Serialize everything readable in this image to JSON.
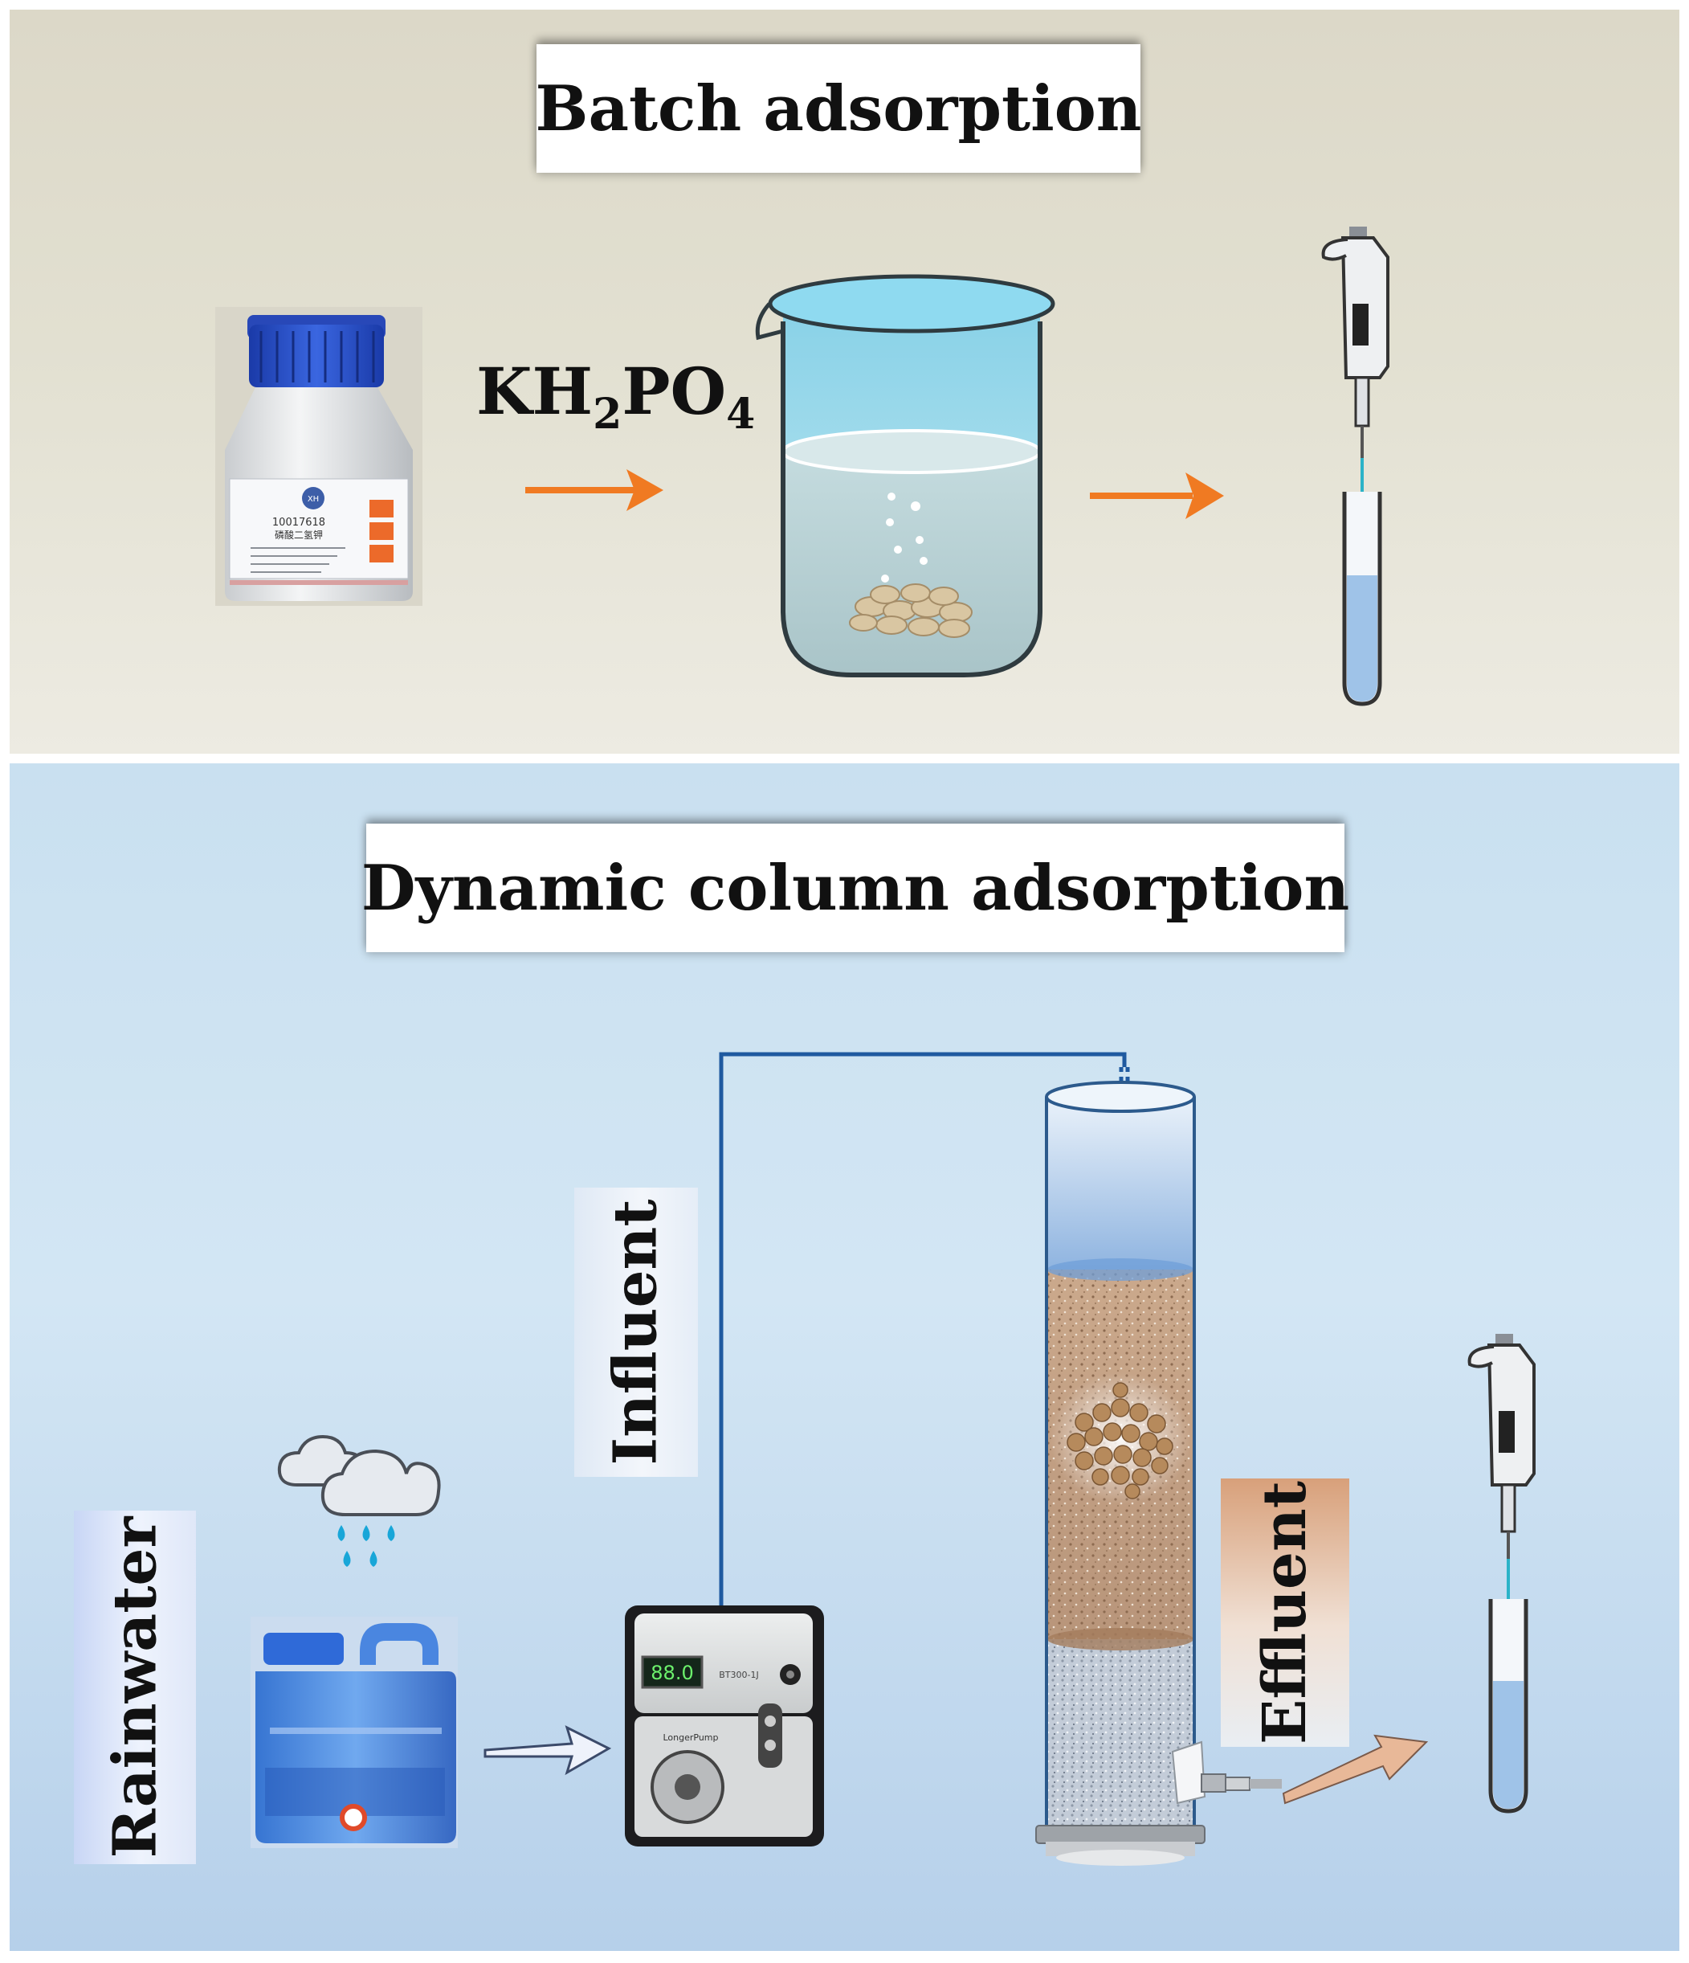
{
  "batch": {
    "title": "Batch adsorption",
    "reagent": {
      "prefix": "KH",
      "sub1": "2",
      "mid": "PO",
      "sub2": "4"
    },
    "bottle_label": {
      "code": "10017618",
      "name": "磷酸二氢钾"
    }
  },
  "dynamic": {
    "title": "Dynamic column adsorption",
    "labels": {
      "rainwater": "Rainwater",
      "influent": "Influent",
      "effluent": "Effluent"
    },
    "pump": {
      "display": "88.0",
      "model": "BT300-1J",
      "brand": "LongerPump"
    }
  },
  "colors": {
    "batch_arrow": "#f07a22",
    "flow_line": "#1f5aa0",
    "effluent_arrow": "#e8b898"
  }
}
